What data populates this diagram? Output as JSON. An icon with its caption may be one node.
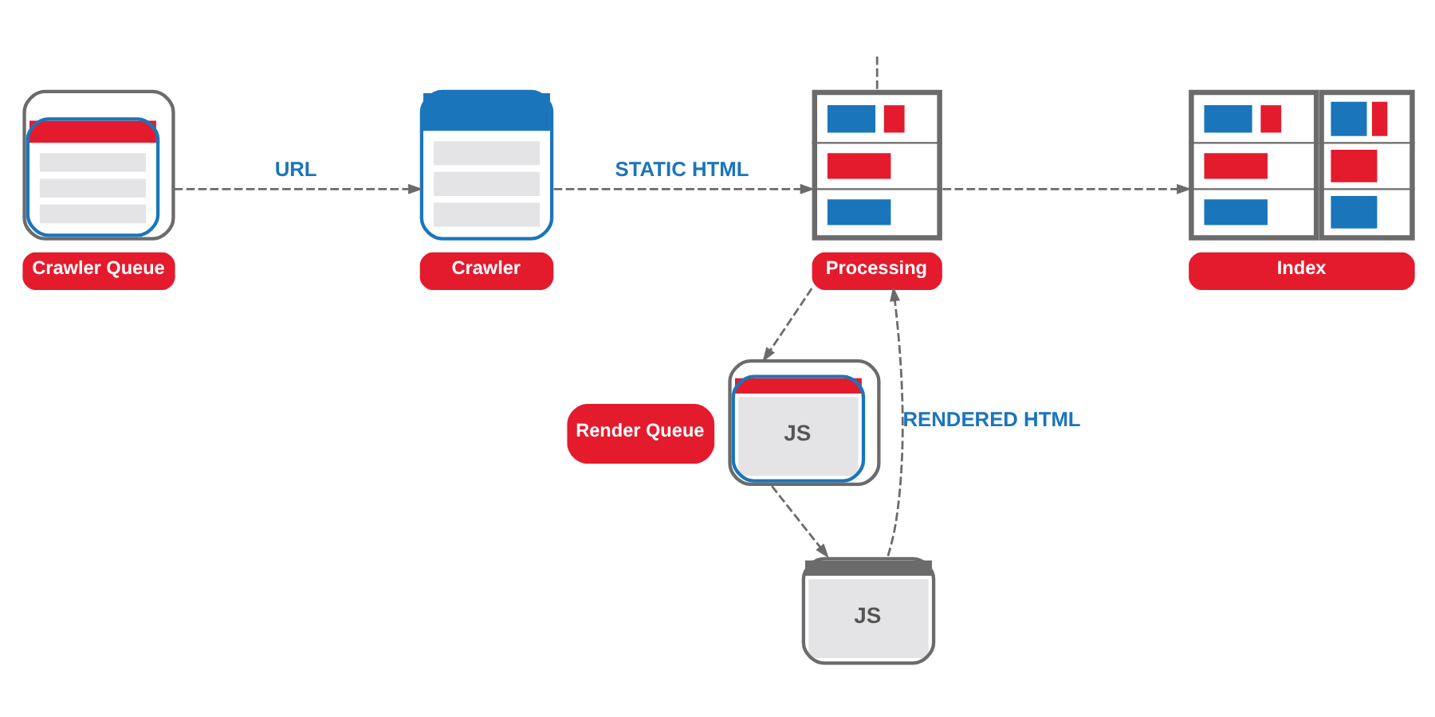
{
  "diagram": {
    "nodes": [
      {
        "text": [
          "Crawler Queue"
        ]
      },
      {
        "text": [
          "Crawler"
        ]
      },
      {
        "text": [
          "Processing"
        ]
      },
      {
        "text": [
          "Index"
        ]
      },
      {
        "text": [
          "Render Queue",
          "JS"
        ]
      },
      {
        "text": [
          "JS"
        ]
      }
    ],
    "edges": [
      {
        "from": 0,
        "to": 1,
        "arrow": "to",
        "label": "URL",
        "style": "dashed"
      },
      {
        "from": 1,
        "to": 2,
        "arrow": "to",
        "label": "STATIC HTML",
        "style": "dashed"
      },
      {
        "from": 2,
        "to": null,
        "arrow": "none",
        "style": "dashed"
      },
      {
        "from": 2,
        "to": 3,
        "arrow": "to",
        "style": "dashed"
      },
      {
        "from": 2,
        "to": 4,
        "arrow": "to",
        "style": "dashed"
      },
      {
        "from": 4,
        "to": 5,
        "arrow": "to",
        "style": "dashed"
      },
      {
        "from": 5,
        "to": 2,
        "arrow": "to",
        "label": "RENDERED HTML",
        "style": "dashed"
      }
    ]
  }
}
